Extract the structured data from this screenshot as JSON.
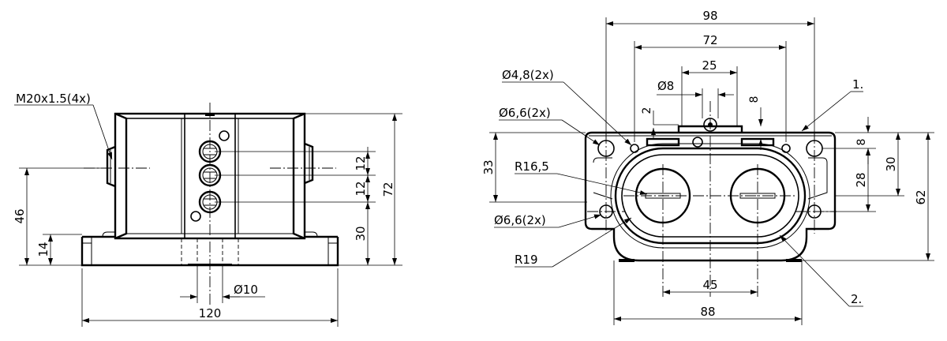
{
  "side_view": {
    "thread_label": "M20x1.5(4x)",
    "dim_total_height": "72",
    "dim_upper_spacing": "12",
    "dim_lower_spacing": "12",
    "dim_lower_height": "30",
    "dim_axis_height": "46",
    "dim_base_height": "14",
    "dim_bore": "Ø10",
    "dim_width": "120"
  },
  "front_view": {
    "dim_outer_width": "98",
    "dim_hole_spacing": "72",
    "dim_center_width": "25",
    "dim_pin_diameter": "Ø8",
    "dim_slot_offset": "2",
    "dim_top_8": "8",
    "hole_upper": "Ø4,8(2x)",
    "hole_mid": "Ø6,6(2x)",
    "hole_lower": "Ø6,6(2x)",
    "radius_inner": "R16,5",
    "radius_outer": "R19",
    "dim_left_33": "33",
    "dim_right_8": "8",
    "dim_right_28": "28",
    "dim_right_30": "30",
    "dim_right_62": "62",
    "dim_bottom_45": "45",
    "dim_bottom_88": "88",
    "callout_1": "1.",
    "callout_2": "2."
  }
}
